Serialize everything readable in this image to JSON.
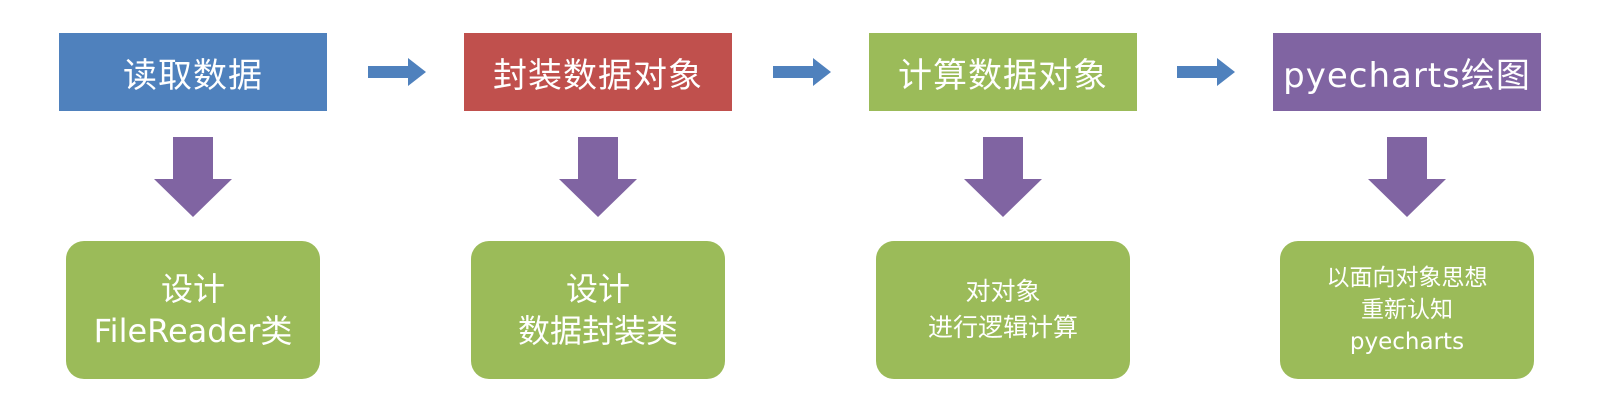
{
  "colors": {
    "blue": "#4f81bd",
    "red": "#c0504d",
    "green": "#9bbb59",
    "purple": "#8064a2",
    "arrow_blue": "#4f81bd",
    "arrow_purple": "#8064a2"
  },
  "steps": [
    {
      "title": "读取数据",
      "detail_lines": [
        "设计",
        "FileReader类"
      ]
    },
    {
      "title": "封装数据对象",
      "detail_lines": [
        "设计",
        "数据封装类"
      ]
    },
    {
      "title": "计算数据对象",
      "detail_lines": [
        "对对象",
        "进行逻辑计算"
      ]
    },
    {
      "title": "pyecharts绘图",
      "detail_lines": [
        "以面向对象思想",
        "重新认知",
        "pyecharts"
      ]
    }
  ],
  "icons": {
    "flow_arrow": "right-arrow-icon",
    "down_arrow": "down-arrow-icon"
  }
}
